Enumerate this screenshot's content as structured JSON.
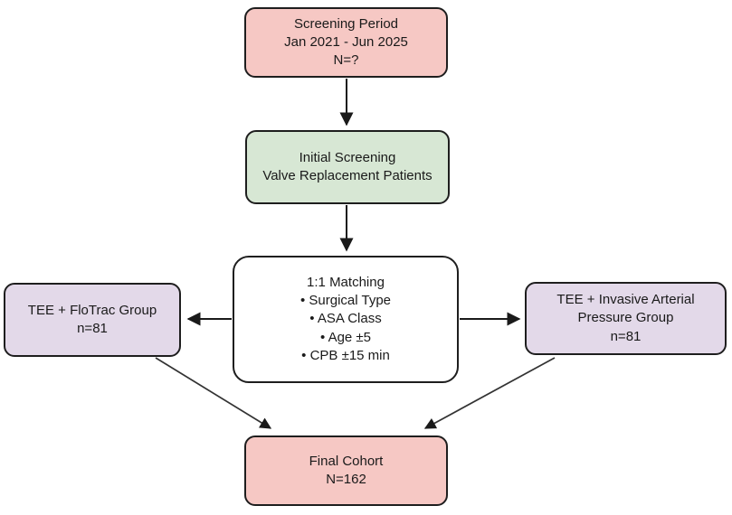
{
  "diagram": {
    "type": "flowchart",
    "nodes": {
      "screening_period": {
        "lines": [
          "Screening Period",
          "Jan 2021 - Jun 2025",
          "N=?"
        ],
        "fill": "#f6c8c4"
      },
      "initial_screening": {
        "lines": [
          "Initial Screening",
          "Valve Replacement Patients"
        ],
        "fill": "#d7e7d4"
      },
      "matching": {
        "lines": [
          "1:1 Matching",
          "• Surgical Type",
          "• ASA Class",
          "• Age ±5",
          "• CPB ±15 min"
        ],
        "fill": "#ffffff"
      },
      "tee_flotrac": {
        "lines": [
          "TEE + FloTrac Group",
          "n=81"
        ],
        "fill": "#e3d9e9"
      },
      "tee_invasive": {
        "lines": [
          "TEE + Invasive Arterial",
          "Pressure Group",
          "n=81"
        ],
        "fill": "#e3d9e9"
      },
      "final_cohort": {
        "lines": [
          "Final Cohort",
          "N=162"
        ],
        "fill": "#f6c8c4"
      }
    },
    "edges": [
      {
        "from": "screening_period",
        "to": "initial_screening"
      },
      {
        "from": "initial_screening",
        "to": "matching"
      },
      {
        "from": "matching",
        "to": "tee_flotrac"
      },
      {
        "from": "matching",
        "to": "tee_invasive"
      },
      {
        "from": "tee_flotrac",
        "to": "final_cohort"
      },
      {
        "from": "tee_invasive",
        "to": "final_cohort"
      }
    ],
    "colors": {
      "border": "#1e1e1e",
      "arrow": "#1a1a1a",
      "text": "#1a1a1a",
      "background": "#ffffff"
    }
  }
}
